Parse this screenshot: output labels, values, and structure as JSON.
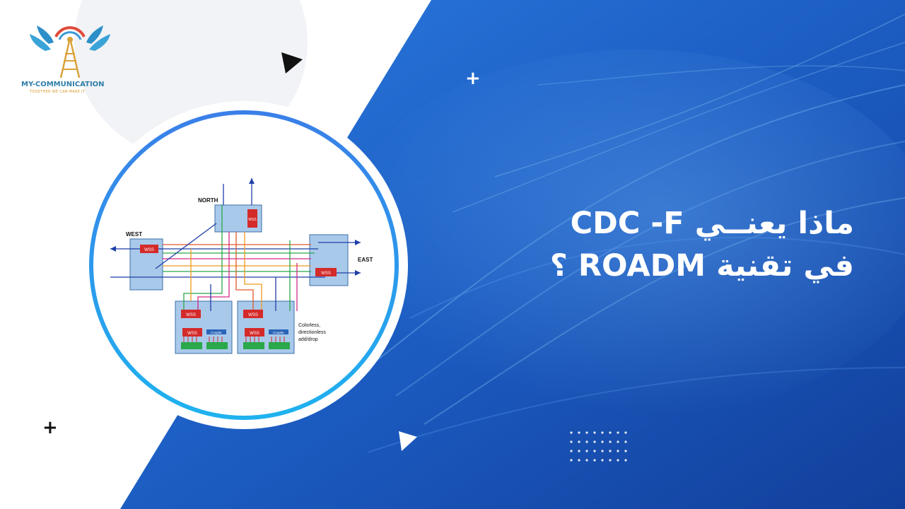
{
  "logo": {
    "title": "MY-COMMUNICATION",
    "tagline": "TOGETHER WE CAN MAKE IT"
  },
  "headline": {
    "line1": "ماذا يعنــي CDC -F",
    "line2": "في تقنية ROADM ؟"
  },
  "diagram": {
    "north": "NORTH",
    "west": "WEST",
    "east": "EAST",
    "wss": "WSS",
    "coupler": "Coupler",
    "caption_line1": "Colorless,",
    "caption_line2": "directionless",
    "caption_line3": "add/drop"
  },
  "colors": {
    "blue_bg": "#1a5fc4",
    "ring_blue": "#3a8be8",
    "node_fill": "#a9c9ea",
    "wss_red": "#d42a2a"
  }
}
